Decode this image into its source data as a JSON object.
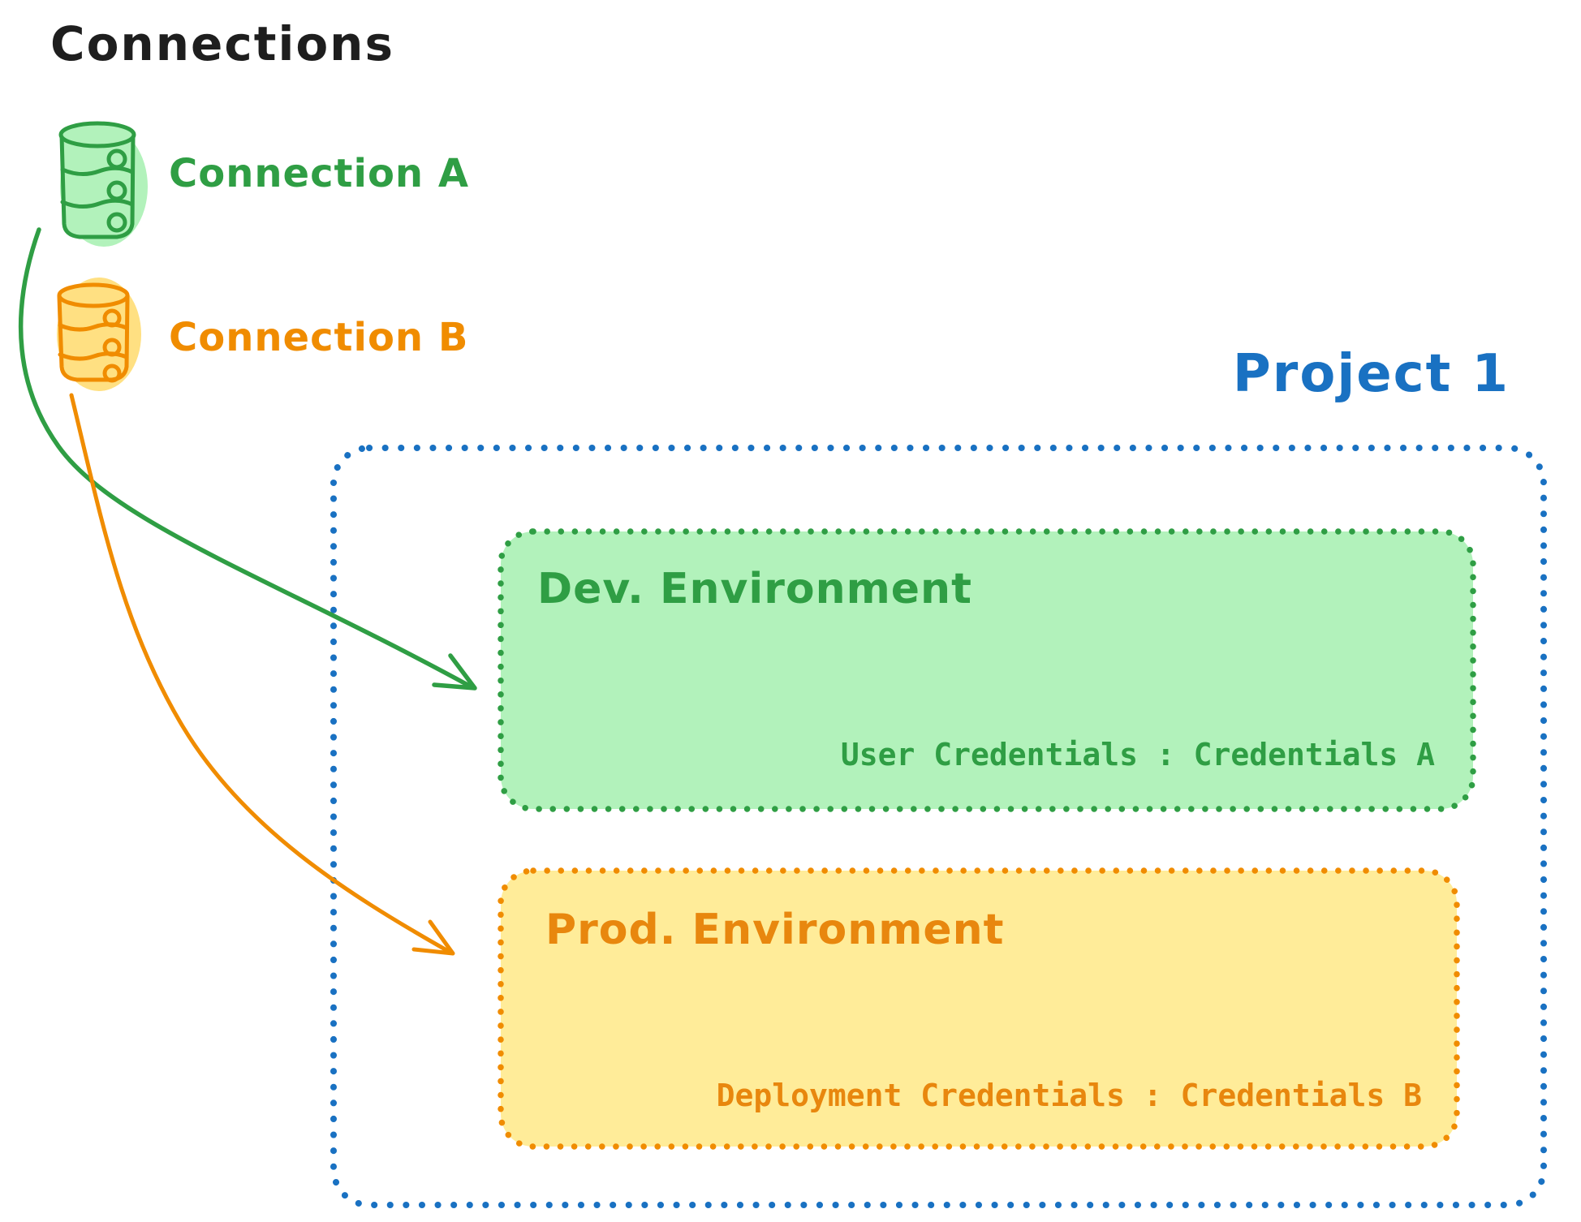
{
  "title": {
    "text": "Connections",
    "color": "#1e1e1e"
  },
  "connections": {
    "a": {
      "label": "Connection A",
      "stroke": "#2f9e44",
      "fill": "#b2f2bb"
    },
    "b": {
      "label": "Connection B",
      "stroke": "#f08c00",
      "fill": "#ffe082"
    }
  },
  "project": {
    "label": "Project 1",
    "border_color": "#1971c2",
    "environments": {
      "dev": {
        "name": "Dev. Environment",
        "credentials": "User Credentials : Credentials A",
        "stroke": "#2f9e44",
        "fill": "#b2f2bb"
      },
      "prod": {
        "name": "Prod. Environment",
        "credentials": "Deployment Credentials : Credentials B",
        "stroke": "#f08c00",
        "fill": "#ffec99"
      }
    }
  },
  "arrows": {
    "a_to_dev_color": "#2f9e44",
    "b_to_prod_color": "#f08c00"
  }
}
